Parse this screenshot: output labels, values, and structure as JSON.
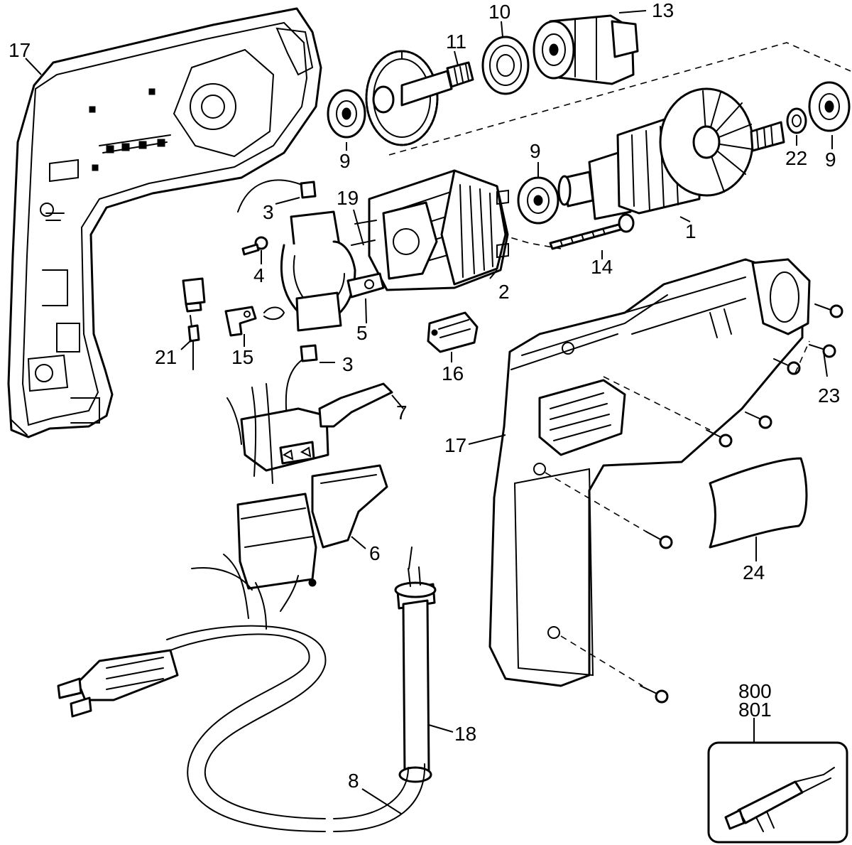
{
  "diagram": {
    "callouts": {
      "c1": "1",
      "c2": "2",
      "c3a": "3",
      "c3b": "3",
      "c4": "4",
      "c5": "5",
      "c6": "6",
      "c7": "7",
      "c8": "8",
      "c9a": "9",
      "c9b": "9",
      "c9c": "9",
      "c10": "10",
      "c11": "11",
      "c13": "13",
      "c14": "14",
      "c15": "15",
      "c16": "16",
      "c17a": "17",
      "c17b": "17",
      "c18": "18",
      "c19": "19",
      "c21": "21",
      "c22": "22",
      "c23": "23",
      "c24": "24",
      "c800": "800",
      "c801": "801"
    }
  }
}
